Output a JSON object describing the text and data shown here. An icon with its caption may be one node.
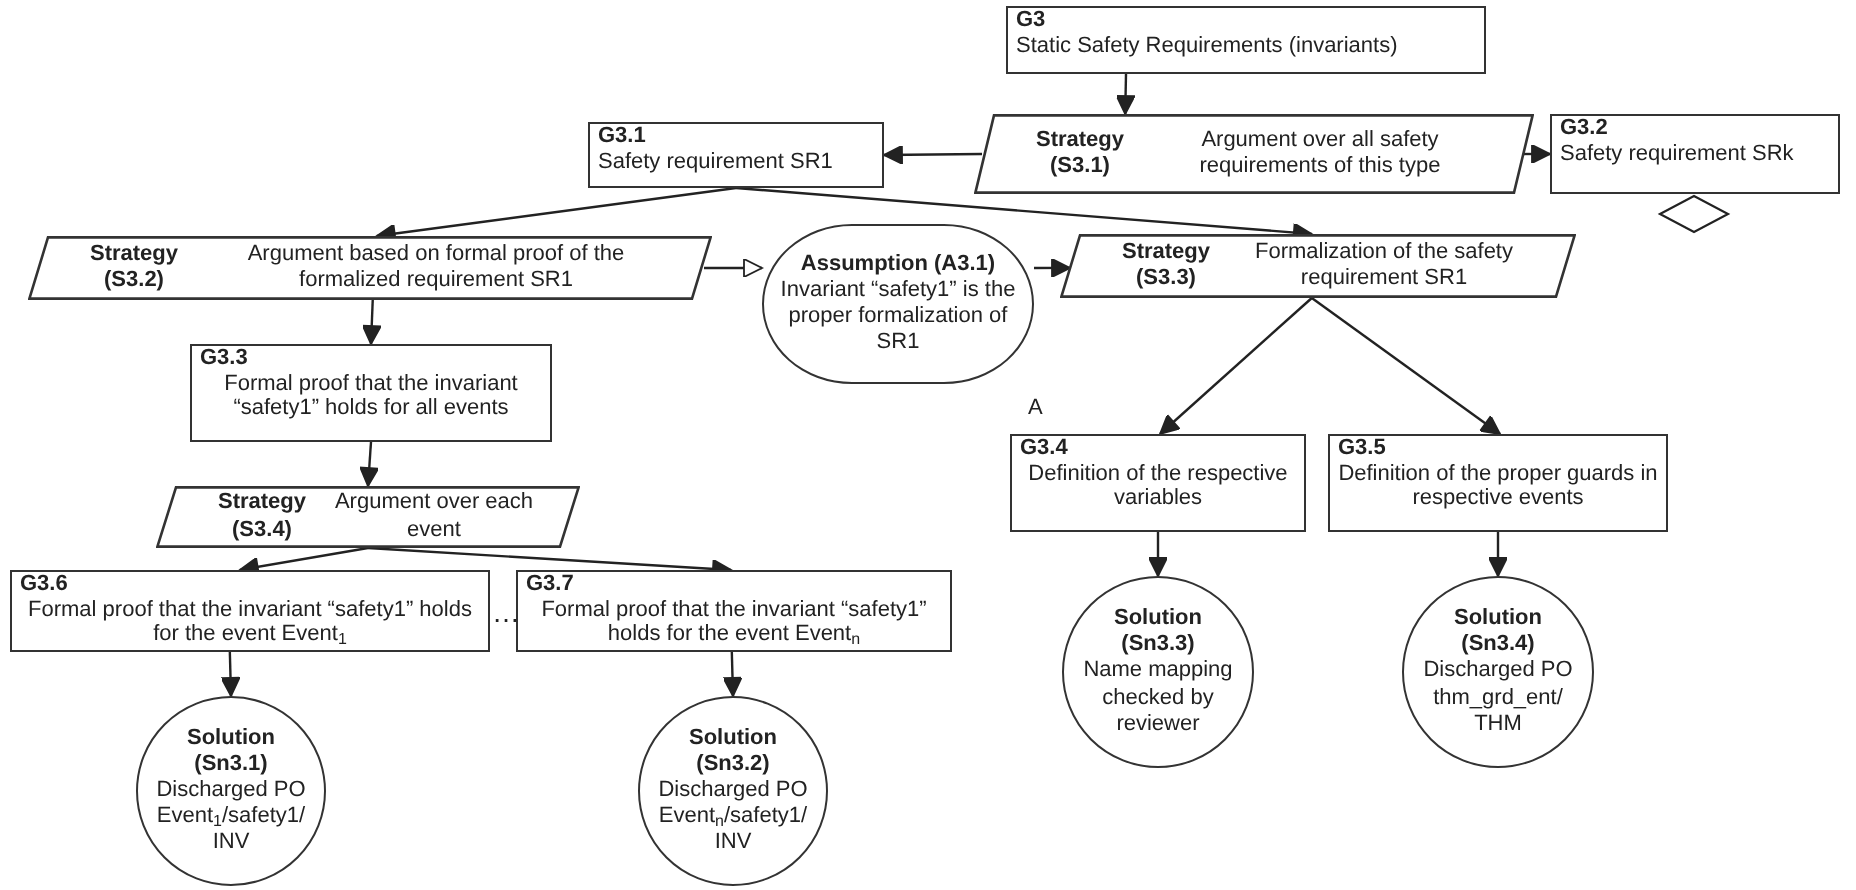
{
  "diagram": {
    "nodes": [
      {
        "text": [
          "G3",
          "Static Safety Requirements (invariants)"
        ]
      },
      {
        "text": [
          "Strategy (S3.1)",
          "Argument over all safety requirements of this type"
        ]
      },
      {
        "text": [
          "G3.2",
          "Safety requirement SRk"
        ]
      },
      {
        "text": [
          "G3.1",
          "Safety requirement SR1"
        ]
      },
      {
        "text": [
          "Strategy (S3.2)",
          "Argument based on formal proof of the formalized requirement SR1"
        ]
      },
      {
        "text": [
          "Assumption (A3.1)",
          "Invariant “safety1” is the proper formalization of SR1"
        ],
        "beside": [
          "A"
        ]
      },
      {
        "text": [
          "Strategy (S3.3)",
          "Formalization of the safety requirement SR1"
        ]
      },
      {
        "text": [
          "G3.3",
          "Formal proof that the invariant “safety1” holds for all events"
        ]
      },
      {
        "text": [
          "Strategy (S3.4)",
          "Argument over each event"
        ]
      },
      {
        "text": [
          "G3.6",
          "Formal proof that the invariant “safety1” holds for the event Event$_{1}$"
        ]
      },
      {
        "text": [
          "G3.7",
          "Formal proof that the invariant “safety1” holds for the event Event$_{n}$"
        ]
      },
      {
        "text": [
          "G3.4",
          "Definition of the respective variables"
        ]
      },
      {
        "text": [
          "G3.5",
          "Definition of the proper guards in respective events"
        ]
      },
      {
        "text": [
          "Solution (Sn3.1)",
          "Discharged PO Event$_{1}$/safety1/ INV"
        ]
      },
      {
        "text": [
          "Solution (Sn3.2)",
          "Discharged PO Event$_{n}$/safety1/ INV"
        ]
      },
      {
        "text": [
          "Solution (Sn3.3)",
          "Name mapping checked by reviewer"
        ]
      },
      {
        "text": [
          "Solution (Sn3.4)",
          "Discharged PO thm_grd_ent/ THM"
        ]
      }
    ],
    "edges": [
      {
        "from": 0,
        "to": 1,
        "arrow": "to"
      },
      {
        "from": 1,
        "to": 3,
        "arrow": "to"
      },
      {
        "from": 1,
        "to": 2,
        "arrow": "to"
      },
      {
        "from": 3,
        "to": 4,
        "arrow": "to"
      },
      {
        "from": 3,
        "to": 6,
        "arrow": "to"
      },
      {
        "from": 4,
        "to": 5,
        "arrow": "to"
      },
      {
        "from": 5,
        "to": 6,
        "arrow": "to"
      },
      {
        "from": 4,
        "to": 7,
        "arrow": "to"
      },
      {
        "from": 7,
        "to": 8,
        "arrow": "to"
      },
      {
        "from": 8,
        "to": 9,
        "arrow": "to"
      },
      {
        "from": 8,
        "to": 10,
        "arrow": "to"
      },
      {
        "from": 9,
        "to": 13,
        "arrow": "to"
      },
      {
        "from": 10,
        "to": 14,
        "arrow": "to"
      },
      {
        "from": 6,
        "to": 11,
        "arrow": "to"
      },
      {
        "from": 6,
        "to": 12,
        "arrow": "to"
      },
      {
        "from": 11,
        "to": 15,
        "arrow": "to"
      },
      {
        "from": 12,
        "to": 16,
        "arrow": "to"
      }
    ],
    "labels": [
      "…"
    ]
  }
}
